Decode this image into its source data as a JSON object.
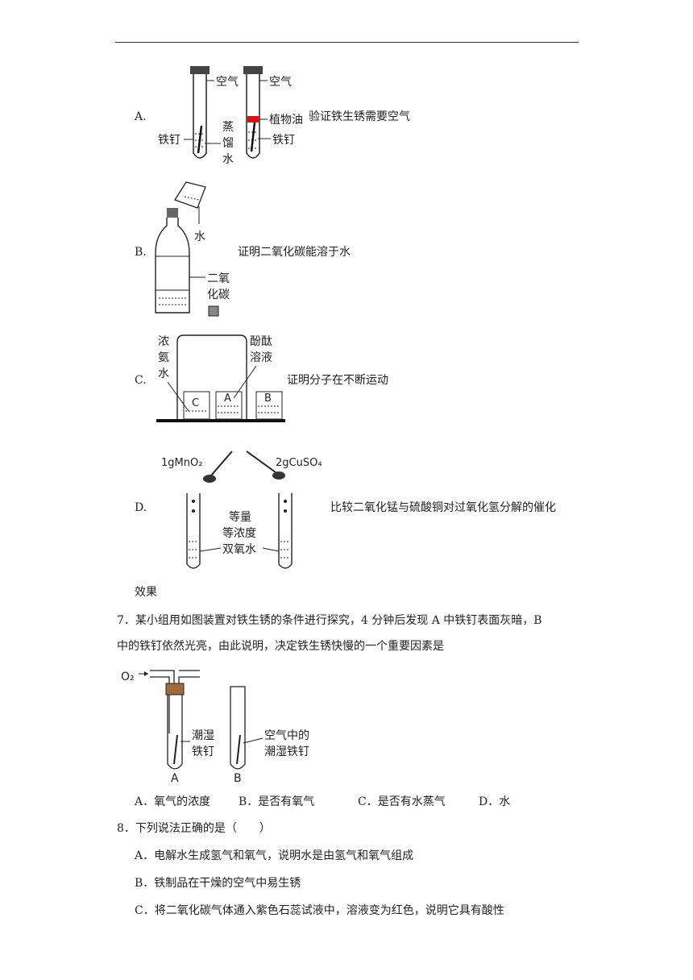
{
  "opt_a": {
    "letter": "A.",
    "labels": {
      "air_left": "空气",
      "air_right": "空气",
      "oil": "植物油",
      "nail_left": "铁钉",
      "nail_right": "铁钉",
      "water_1": "蒸",
      "water_2": "馏",
      "water_3": "水"
    },
    "caption": "验证铁生锈需要空气"
  },
  "opt_b": {
    "letter": "B.",
    "labels": {
      "water": "水",
      "co2_1": "二氧",
      "co2_2": "化碳"
    },
    "caption": "证明二氧化碳能溶于水"
  },
  "opt_c": {
    "letter": "C.",
    "labels": {
      "ammonia_1": "浓",
      "ammonia_2": "氨",
      "ammonia_3": "水",
      "phenol_1": "酚酞",
      "phenol_2": "溶液",
      "beaker_c": "C",
      "beaker_a": "A",
      "beaker_b": "B"
    },
    "caption": "证明分子在不断运动"
  },
  "opt_d": {
    "letter": "D.",
    "labels": {
      "mno2": "1gMnO₂",
      "cuso4": "2gCuSO₄",
      "equal_1": "等量",
      "equal_2": "等浓度",
      "equal_3": "双氧水"
    },
    "caption": "比较二氧化锰与硫酸铜对过氧化氢分解的催化",
    "caption_cont": "效果"
  },
  "q7": {
    "line1": "7．某小组用如图装置对铁生锈的条件进行探究，4 分钟后发现 A 中铁钉表面灰暗，B",
    "line2": "中的铁钉依然光亮，由此说明，决定铁生锈快慢的一个重要因素是",
    "figure": {
      "o2": "O₂",
      "wet_1": "潮湿",
      "wet_2": "铁钉",
      "air_1": "空气中的",
      "air_2": "潮湿铁钉",
      "tube_a": "A",
      "tube_b": "B"
    },
    "choices": [
      "A．氧气的浓度",
      "B．是否有氧气",
      "C．是否有水蒸气",
      "D．水"
    ]
  },
  "q8": {
    "stem": "8．下列说法正确的是（　　）",
    "choices": [
      "A．电解水生成氢气和氧气，说明水是由氢气和氧气组成",
      "B．铁制品在干燥的空气中易生锈",
      "C．将二氧化碳气体通入紫色石蕊试液中，溶液变为红色，说明它具有酸性"
    ]
  }
}
